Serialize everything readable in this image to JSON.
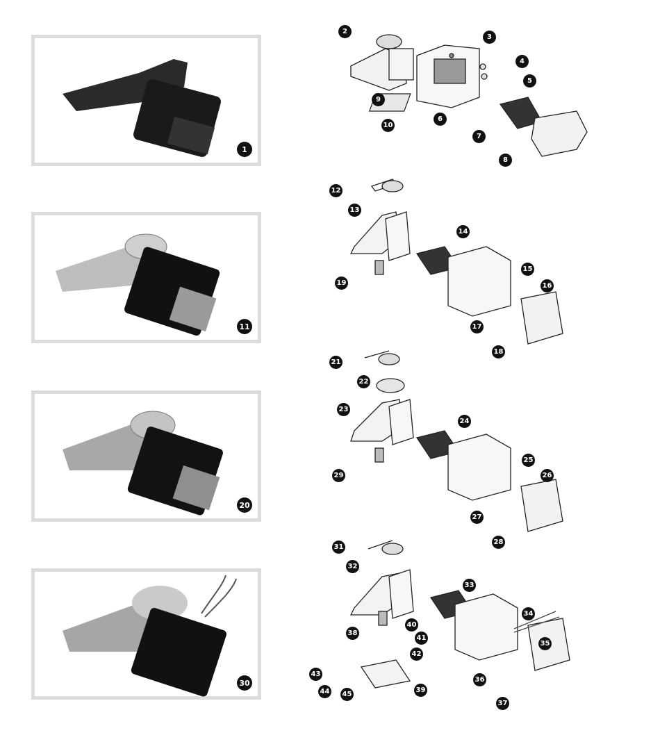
{
  "photos": [
    {
      "label": "1"
    },
    {
      "label": "11"
    },
    {
      "label": "20"
    },
    {
      "label": "30"
    }
  ],
  "callouts": [
    "2",
    "3",
    "4",
    "5",
    "6",
    "7",
    "8",
    "9",
    "10",
    "12",
    "13",
    "14",
    "15",
    "16",
    "17",
    "18",
    "19",
    "21",
    "22",
    "23",
    "24",
    "25",
    "26",
    "27",
    "28",
    "29",
    "31",
    "32",
    "33",
    "34",
    "35",
    "36",
    "37",
    "38",
    "39",
    "40",
    "41",
    "42",
    "43",
    "44",
    "45"
  ],
  "colors": {
    "badge": "#111111",
    "frame": "#dcdcdc",
    "ink": "#222222"
  }
}
